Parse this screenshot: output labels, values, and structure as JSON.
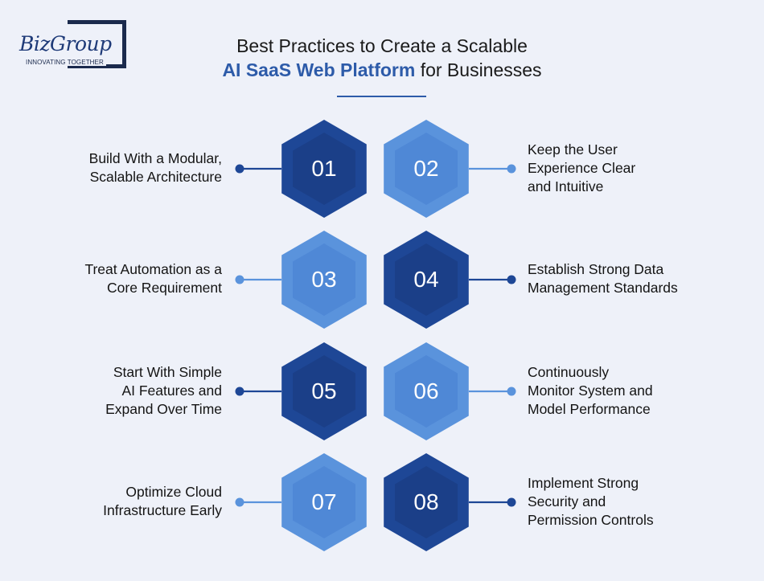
{
  "logo": {
    "name": "BizGroup",
    "tagline": "INNOVATING TOGETHER"
  },
  "title": {
    "line1": "Best Practices to Create a Scalable",
    "line2_highlight": "AI SaaS Web Platform",
    "line2_rest": " for Businesses"
  },
  "colors": {
    "dark_blue": "#1e4796",
    "light_blue": "#5a93dc",
    "accent": "#2d5ba9"
  },
  "practices": [
    {
      "number": "01",
      "tone": "dark",
      "lines": [
        "Build With a Modular,",
        "Scalable Architecture"
      ]
    },
    {
      "number": "02",
      "tone": "light",
      "lines": [
        "Keep the User",
        "Experience Clear",
        "and Intuitive"
      ]
    },
    {
      "number": "03",
      "tone": "light",
      "lines": [
        "Treat Automation as a",
        "Core Requirement"
      ]
    },
    {
      "number": "04",
      "tone": "dark",
      "lines": [
        "Establish Strong Data",
        "Management Standards"
      ]
    },
    {
      "number": "05",
      "tone": "dark",
      "lines": [
        "Start With Simple",
        "AI Features and",
        "Expand Over Time"
      ]
    },
    {
      "number": "06",
      "tone": "light",
      "lines": [
        "Continuously",
        "Monitor System and",
        "Model Performance"
      ]
    },
    {
      "number": "07",
      "tone": "light",
      "lines": [
        "Optimize Cloud",
        "Infrastructure Early"
      ]
    },
    {
      "number": "08",
      "tone": "dark",
      "lines": [
        "Implement Strong",
        "Security and",
        "Permission Controls"
      ]
    }
  ]
}
